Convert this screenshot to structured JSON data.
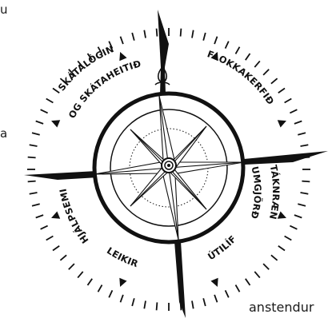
{
  "text_fragments": {
    "top": "u",
    "middle": "a",
    "bottom": "anstendur"
  },
  "compass": {
    "colors": {
      "ink": "#111111",
      "paper": "#ffffff"
    },
    "segments": {
      "skatalogin_line1": "SKÁTALÖGIN",
      "skatalogin_line2": "OG SKÁTAHEITIÐ",
      "flokkakerfid": "FLOKKAKERFIÐ",
      "taknraen_line1": "TÁKNRÆN",
      "taknraen_line2": "UMGJÖRÐ",
      "utilif": "ÚTILÍF",
      "leikir": "LEIKIR",
      "hjalpsemi": "HJÁLPSEMI"
    }
  }
}
